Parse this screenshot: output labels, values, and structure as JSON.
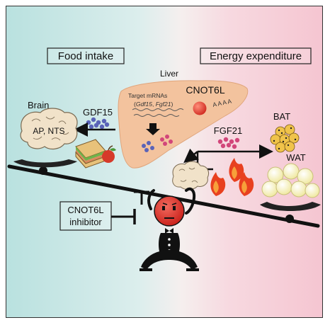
{
  "labels": {
    "food_intake": "Food intake",
    "energy_expenditure": "Energy expenditure",
    "liver": "Liver",
    "brain": "Brain",
    "ap_nts": "AP, NTS",
    "gdf15": "GDF15",
    "fgf21": "FGF21",
    "cnot6l": "CNOT6L",
    "target_mrnas": "Target mRNAs",
    "target_genes_open": "(",
    "target_gene_1": "Gdf15",
    "target_genes_sep": ", ",
    "target_gene_2": "Fgf21",
    "target_genes_close": ")",
    "polya": "A A A A",
    "bat": "BAT",
    "wat": "WAT",
    "inhibitor_line1": "CNOT6L",
    "inhibitor_line2": "inhibitor"
  },
  "colors": {
    "bg_left": "#bfe3e1",
    "bg_mid": "#f3f0ee",
    "bg_right": "#f6cbd6",
    "liver": "#f4c5a0",
    "gdf15_dot": "#5a63b8",
    "fgf21_dot": "#d2467a",
    "face": "#e2322a",
    "flame": "#e8401f",
    "bat_dot": "#e9b12b",
    "wat_fat": "#f6f0b0"
  },
  "icons": [
    "brain-icon",
    "sandwich-icon",
    "apple-icon",
    "flame-icon",
    "person-icon"
  ]
}
